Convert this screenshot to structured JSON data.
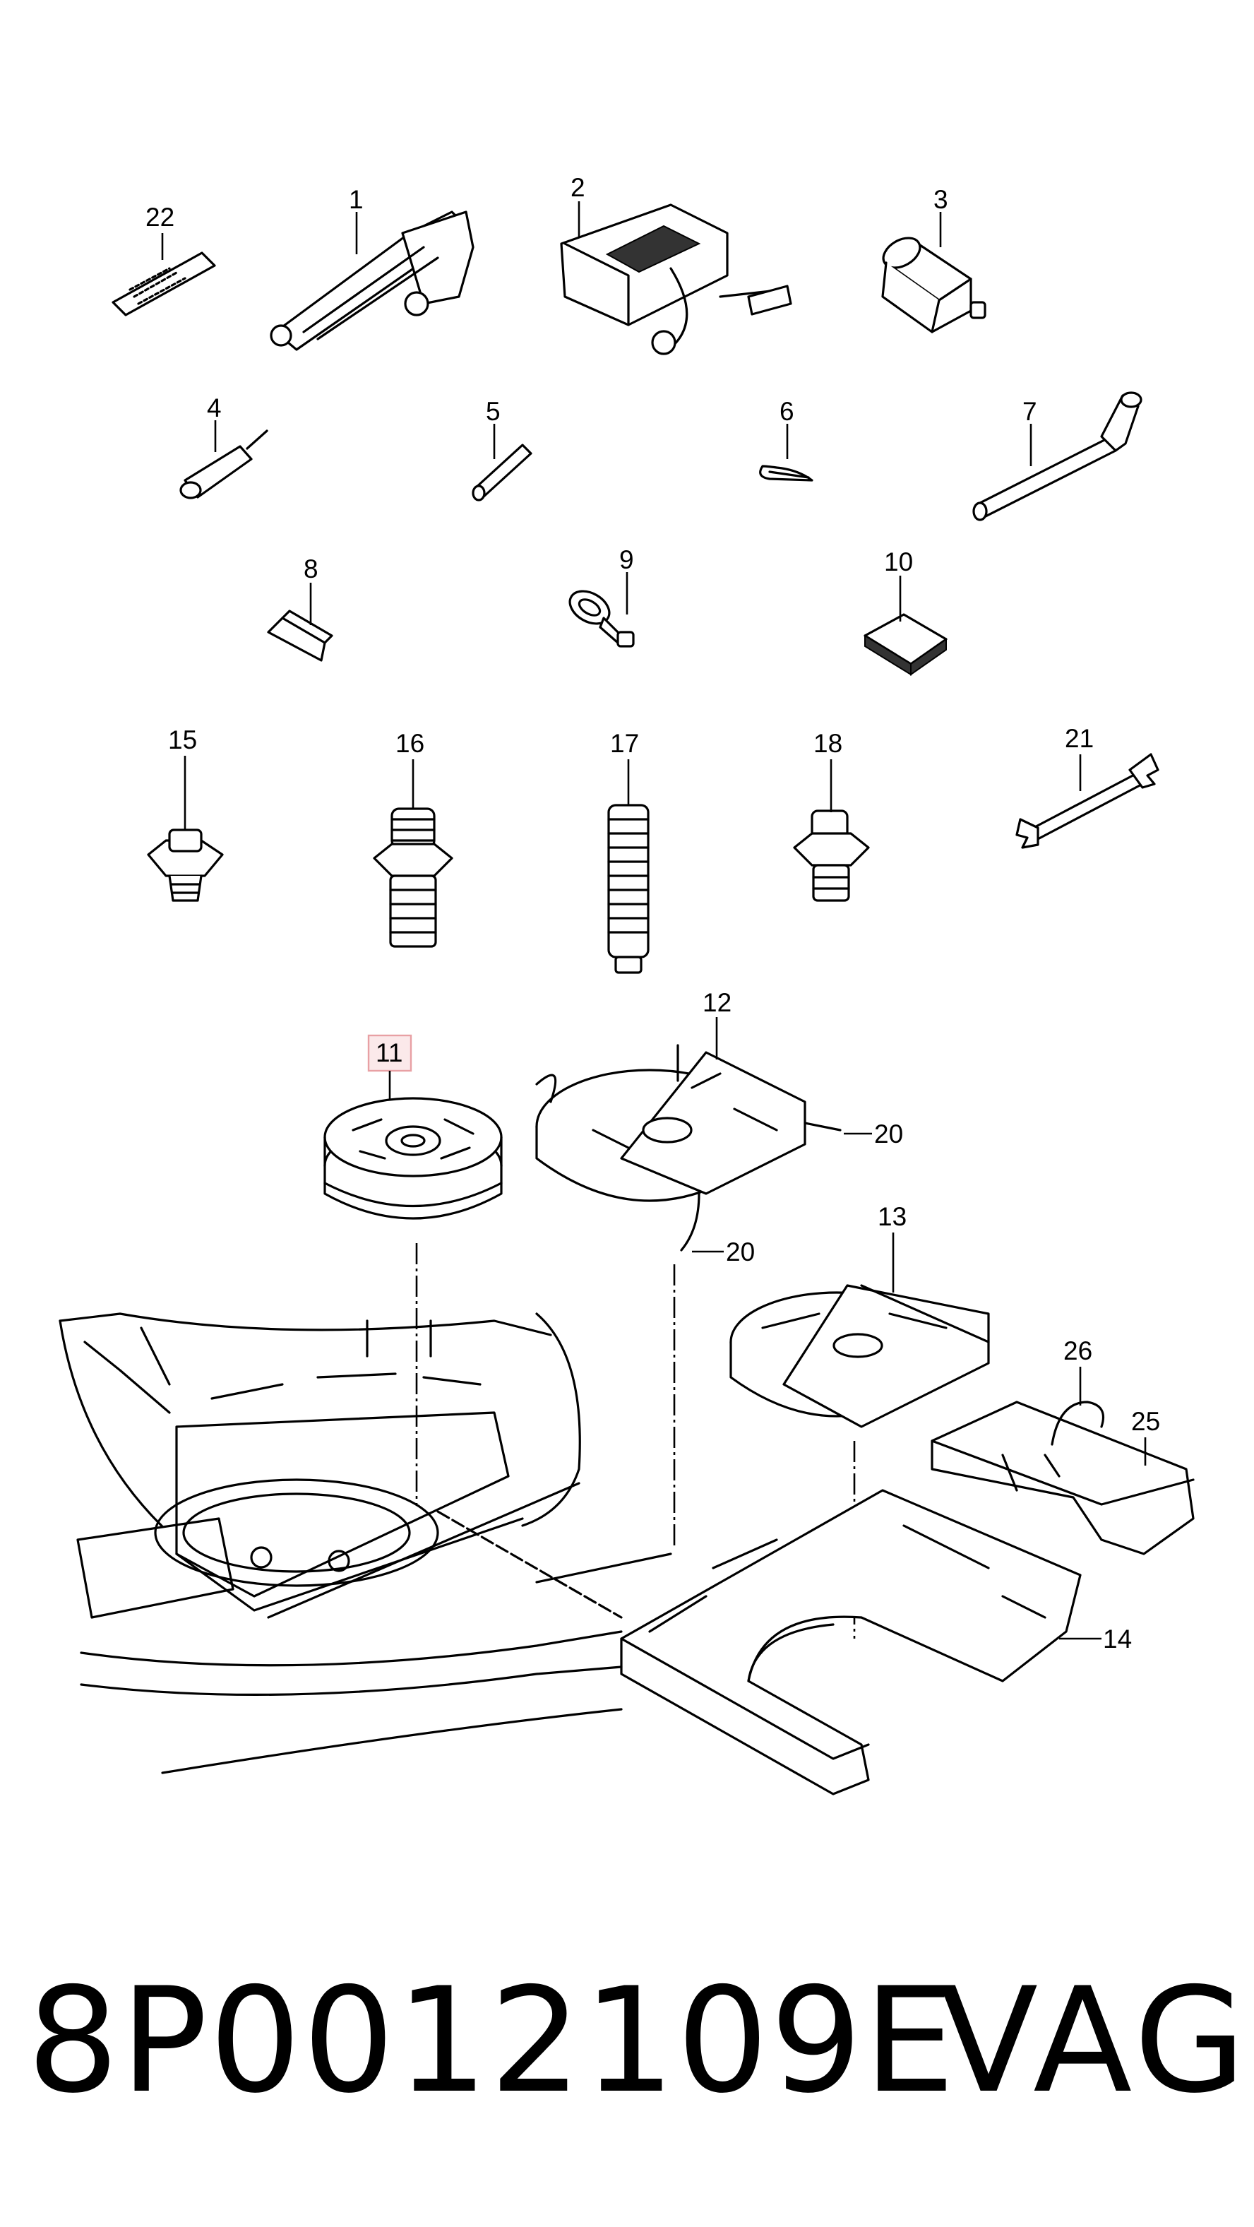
{
  "diagram": {
    "callouts": [
      "22",
      "1",
      "2",
      "3",
      "4",
      "5",
      "6",
      "7",
      "8",
      "9",
      "10",
      "15",
      "16",
      "17",
      "18",
      "21",
      "11",
      "12",
      "20",
      "20",
      "13",
      "26",
      "25",
      "14"
    ],
    "highlighted_callout": "11",
    "highlight_color": "#e8a0a4",
    "highlight_fill": "#fbe9ea"
  },
  "caption": {
    "part_number": "8P0012109E",
    "brand": "VAG"
  }
}
